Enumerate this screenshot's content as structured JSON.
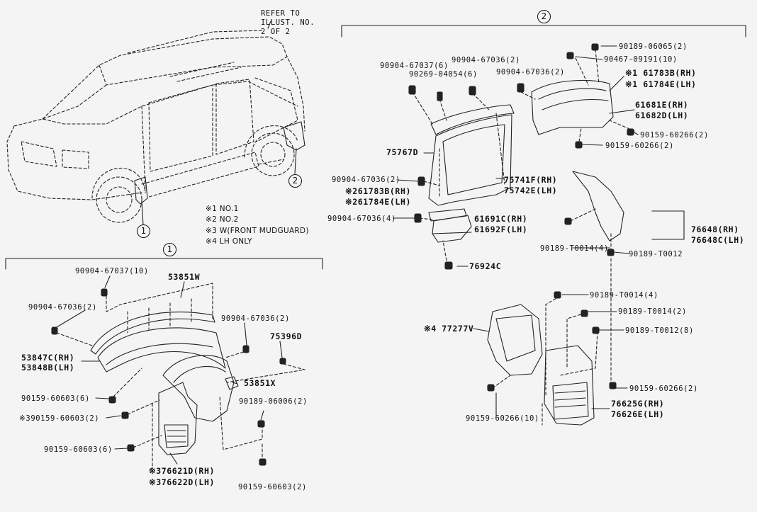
{
  "refer_note": {
    "line1": "REFER TO",
    "line2": "ILLUST. NO.",
    "line3": "2 OF 2"
  },
  "callouts": {
    "one": "1",
    "two": "2"
  },
  "legend": [
    "※1 NO.1",
    "※2 NO.2",
    "※3 W(FRONT MUDGUARD)",
    "※4 LH ONLY"
  ],
  "section1": {
    "header": "1",
    "labels": {
      "p90904_67037_10": "90904-67037(10)",
      "p53851W": "53851W",
      "p90904_67036_2a": "90904-67036(2)",
      "p90904_67036_2b": "90904-67036(2)",
      "p75396D": "75396D",
      "p53847C": "53847C(RH)",
      "p53848B": "53848B(LH)",
      "p53851X": "53851X",
      "p90159_60603_6a": "90159-60603(6)",
      "p90189_06006_2": "90189-06006(2)",
      "p3_90159_60603_2": "※390159-60603(2)",
      "p90159_60603_6b": "90159-60603(6)",
      "p76621D": "※376621D(RH)",
      "p76622D": "※376622D(LH)",
      "p90159_60603_2": "90159-60603(2)"
    }
  },
  "section2": {
    "header": "2",
    "labels": {
      "p90189_06065_2": "90189-06065(2)",
      "p90467_09191_10": "90467-09191(10)",
      "p90904_67037_6": "90904-67037(6)",
      "p90269_04054_6": "90269-04054(6)",
      "p90904_67036_2c": "90904-67036(2)",
      "p90904_67036_2d": "90904-67036(2)",
      "p61783B": "※1 61783B(RH)",
      "p61784E": "※1 61784E(LH)",
      "p61681E": "61681E(RH)",
      "p61682D": "61682D(LH)",
      "p90159_60266_2a": "90159-60266(2)",
      "p90159_60266_2b": "90159-60266(2)",
      "p75767D": "75767D",
      "p90904_67036_2e": "90904-67036(2)",
      "p75741F": "75741F(RH)",
      "p75742E": "75742E(LH)",
      "p261783B": "※261783B(RH)",
      "p261784E": "※261784E(LH)",
      "p90904_67036_4": "90904-67036(4)",
      "p61691C": "61691C(RH)",
      "p61692F": "61692F(LH)",
      "p76648": "76648(RH)",
      "p76648C": "76648C(LH)",
      "p90189_T0014_4a": "90189-T0014(4)",
      "p90189_T0012": "90189-T0012",
      "p76924C": "76924C",
      "p90189_T0014_4b": "90189-T0014(4)",
      "p90189_T0014_2": "90189-T0014(2)",
      "p4_77277V": "※4 77277V",
      "p90189_T0012_8": "90189-T0012(8)",
      "p90159_60266_2c": "90159-60266(2)",
      "p90159_60266_10": "90159-60266(10)",
      "p76625G": "76625G(RH)",
      "p76626E": "76626E(LH)"
    }
  }
}
